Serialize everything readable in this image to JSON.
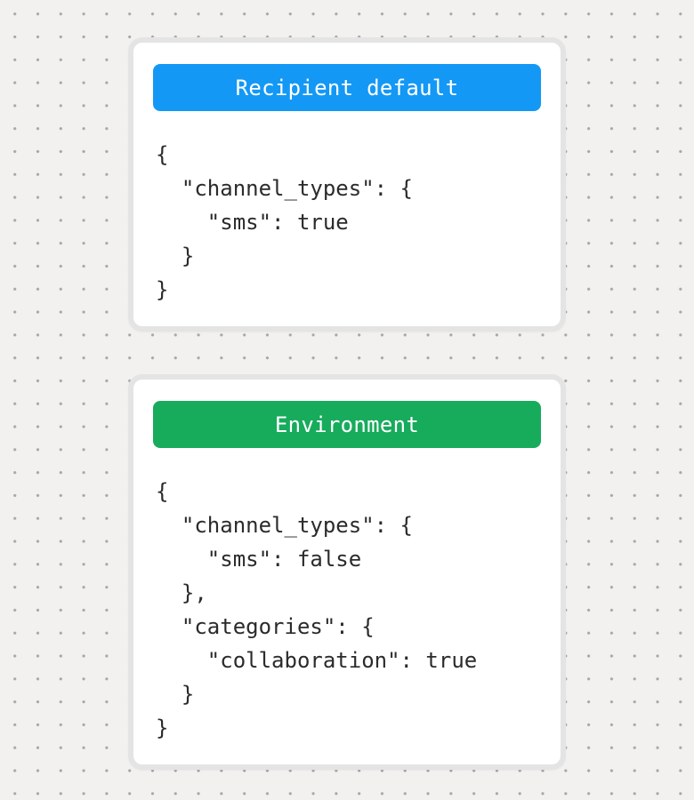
{
  "theme": {
    "background_color": "#f2f1f0",
    "dot_color": "#a6a6a6",
    "card_border_color": "#e4e4e4",
    "card_background": "#ffffff",
    "header_text_color": "#ffffff",
    "code_text_color": "#2b2b2b"
  },
  "cards": [
    {
      "label": "Recipient default",
      "header_color": "#1498f5",
      "code": "{\n  \"channel_types\": {\n    \"sms\": true\n  }\n}"
    },
    {
      "label": "Environment",
      "header_color": "#17ab5c",
      "code": "{\n  \"channel_types\": {\n    \"sms\": false\n  },\n  \"categories\": {\n    \"collaboration\": true\n  }\n}"
    }
  ]
}
